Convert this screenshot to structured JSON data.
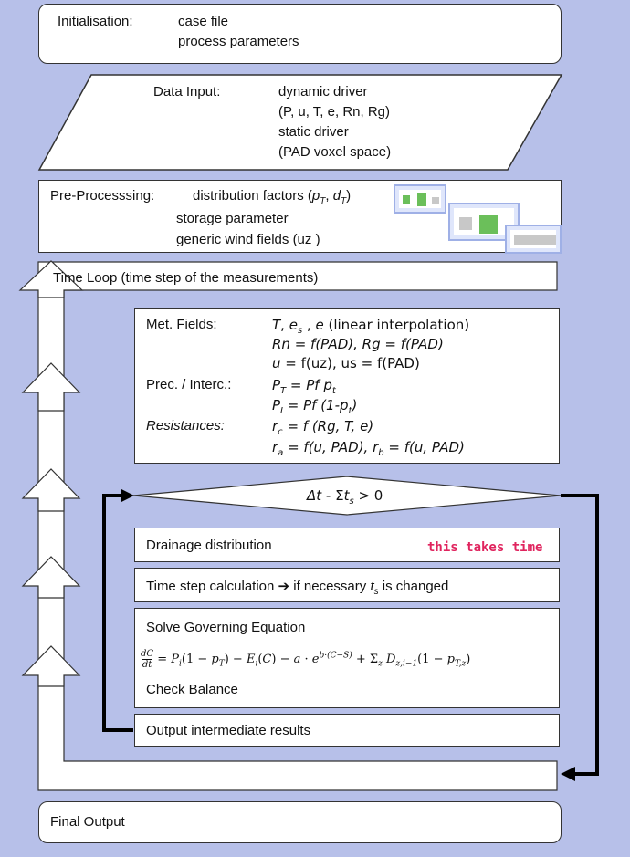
{
  "init": {
    "label": "Initialisation:",
    "line1": "case file",
    "line2": "process parameters"
  },
  "data_input": {
    "label": "Data Input:",
    "line1": "dynamic driver",
    "line2": "(P, u, T, e, Rn, Rg)",
    "line3": "static driver",
    "line4": "(PAD voxel space)"
  },
  "preprocessing": {
    "label": "Pre-Processsing:",
    "item1": "distribution factors (",
    "item1_p": "p",
    "item1_psub": "T",
    "item1_sep": ", ",
    "item1_d": "d",
    "item1_dsub": "T",
    "item1_end": ")",
    "item2": "storage parameter",
    "item3": "generic wind fields (uz )"
  },
  "time_loop": {
    "label": "Time Loop (time step of the measurements)"
  },
  "fields": {
    "met_label": "Met. Fields:",
    "met1": "T, e_s , e  (linear interpolation)",
    "met2": "Rn = f(PAD), Rg = f(PAD)",
    "met3": "u = f(uz), us = f(PAD)",
    "prec_label": "Prec. / Interc.:",
    "prec1": "P_T = Pf  p_t",
    "prec2": "P_I = Pf (1-p_t)",
    "res_label": "Resistances:",
    "res1": "r_c = f (Rg, T, e)",
    "res2": "r_a =  f(u, PAD), r_b =  f(u, PAD)"
  },
  "decision": {
    "label": "Δt - Σt_s > 0"
  },
  "drainage": {
    "label": "Drainage distribution",
    "note": "this takes time"
  },
  "timestep": {
    "label": "Time step calculation ➔ if necessary t_s is changed"
  },
  "solve": {
    "label": "Solve Governing Equation",
    "equation": "dC/dt = P_i(1 − p_T) − E_i(C) − a · e^(b·(C−S)) + Σ_z D_{z,i−1}(1 − p_{T,z})",
    "check": "Check Balance"
  },
  "output_intermediate": {
    "label": "Output intermediate results"
  },
  "final_output": {
    "label": "Final Output"
  },
  "colors": {
    "background": "#b7c0e9",
    "note": "#e0245e",
    "thumb_green": "#6bbf5a"
  },
  "icons": [
    "up-arrow-icon",
    "thumbnail-image"
  ]
}
